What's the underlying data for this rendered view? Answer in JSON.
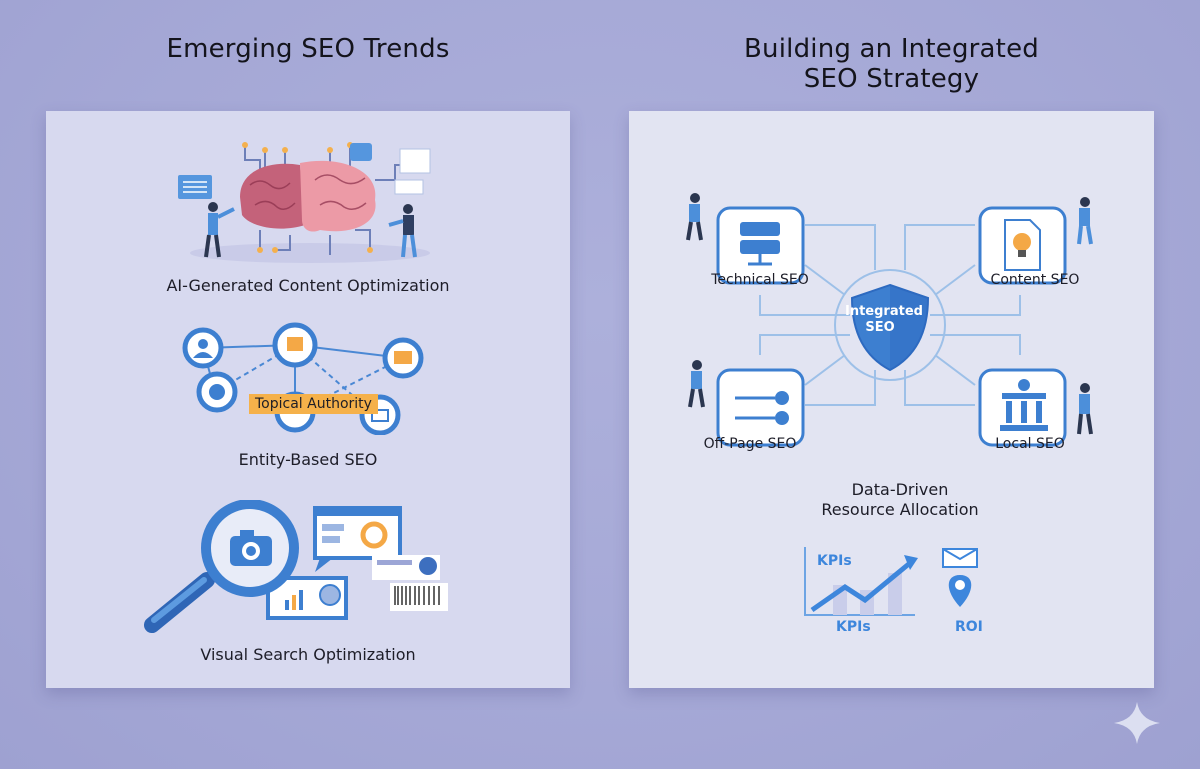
{
  "left_section": {
    "title": "Emerging SEO Trends",
    "items": [
      {
        "label": "AI-Generated Content Optimization",
        "icon": "brain-circuit-icon"
      },
      {
        "label": "Entity-Based SEO",
        "icon": "entity-network-icon",
        "badge": "Topical Authority"
      },
      {
        "label": "Visual Search Optimization",
        "icon": "magnifier-camera-icon"
      }
    ]
  },
  "right_section": {
    "title_line1": "Building an Integrated",
    "title_line2": "SEO Strategy",
    "hub": {
      "line1": "Integrated",
      "line2": "SEO",
      "icon": "shield-icon"
    },
    "nodes": [
      {
        "label": "Technical SEO",
        "icon": "server-icon"
      },
      {
        "label": "Content SEO",
        "icon": "document-lightbulb-icon"
      },
      {
        "label": "Off-Page SEO",
        "icon": "backlinks-icon"
      },
      {
        "label": "Local SEO",
        "icon": "building-icon"
      }
    ],
    "allocation": {
      "line1": "Data-Driven",
      "line2": "Resource Allocation",
      "chart_label_top": "KPIs",
      "chart_label_bottom": "KPIs",
      "roi_label": "ROI"
    }
  },
  "colors": {
    "background": "#a7a9d6",
    "left_panel": "#d7d9ef",
    "right_panel": "#e2e4f2",
    "accent_blue": "#3d86dc",
    "orange": "#f5b14a",
    "brain_pink": "#e5909c"
  }
}
